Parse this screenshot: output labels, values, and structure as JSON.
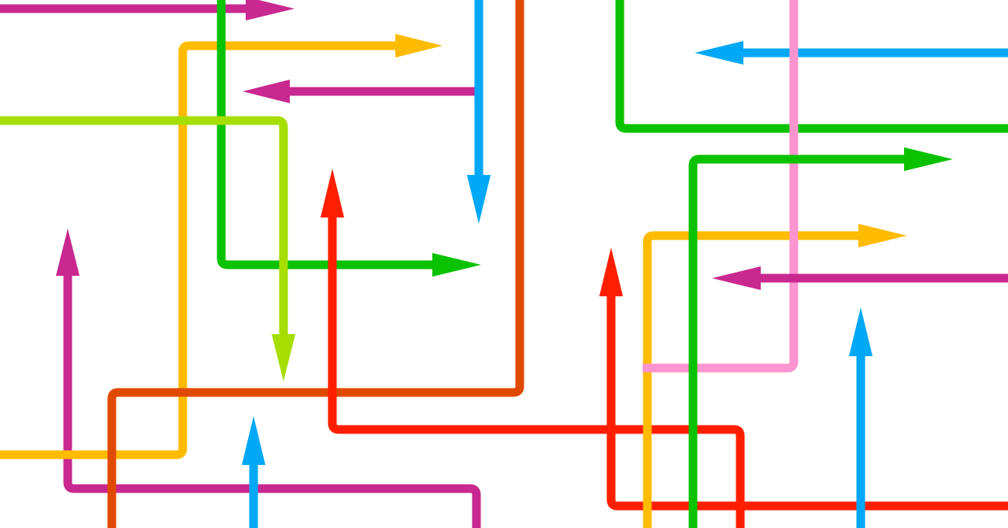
{
  "colors": {
    "magenta": "#c8288f",
    "yellow": "#ffbb00",
    "green": "#0ac200",
    "lime": "#a6de00",
    "blue": "#00a8f7",
    "orange": "#e04a00",
    "red": "#ff1f00",
    "pink": "#fb94cf"
  },
  "arrows": [
    {
      "id": "magenta-top",
      "color": "magenta",
      "head": "right"
    },
    {
      "id": "yellow-top-loop",
      "color": "yellow",
      "head": "right"
    },
    {
      "id": "green-left",
      "color": "green",
      "head": "right"
    },
    {
      "id": "magenta-mid",
      "color": "magenta",
      "head": "left"
    },
    {
      "id": "blue-down",
      "color": "blue",
      "head": "down"
    },
    {
      "id": "lime-down",
      "color": "lime",
      "head": "down"
    },
    {
      "id": "orange-loop",
      "color": "orange",
      "head": "none"
    },
    {
      "id": "red-center",
      "color": "red",
      "head": "up"
    },
    {
      "id": "magenta-bottom",
      "color": "magenta",
      "head": "up"
    },
    {
      "id": "blue-bottom-left",
      "color": "blue",
      "head": "up"
    },
    {
      "id": "green-top-right",
      "color": "green",
      "head": "none"
    },
    {
      "id": "blue-top-right",
      "color": "blue",
      "head": "left"
    },
    {
      "id": "pink-right",
      "color": "pink",
      "head": "none"
    },
    {
      "id": "green-right",
      "color": "green",
      "head": "right"
    },
    {
      "id": "yellow-right",
      "color": "yellow",
      "head": "right"
    },
    {
      "id": "magenta-right",
      "color": "magenta",
      "head": "left"
    },
    {
      "id": "red-right",
      "color": "red",
      "head": "up"
    },
    {
      "id": "blue-right",
      "color": "blue",
      "head": "up"
    }
  ]
}
